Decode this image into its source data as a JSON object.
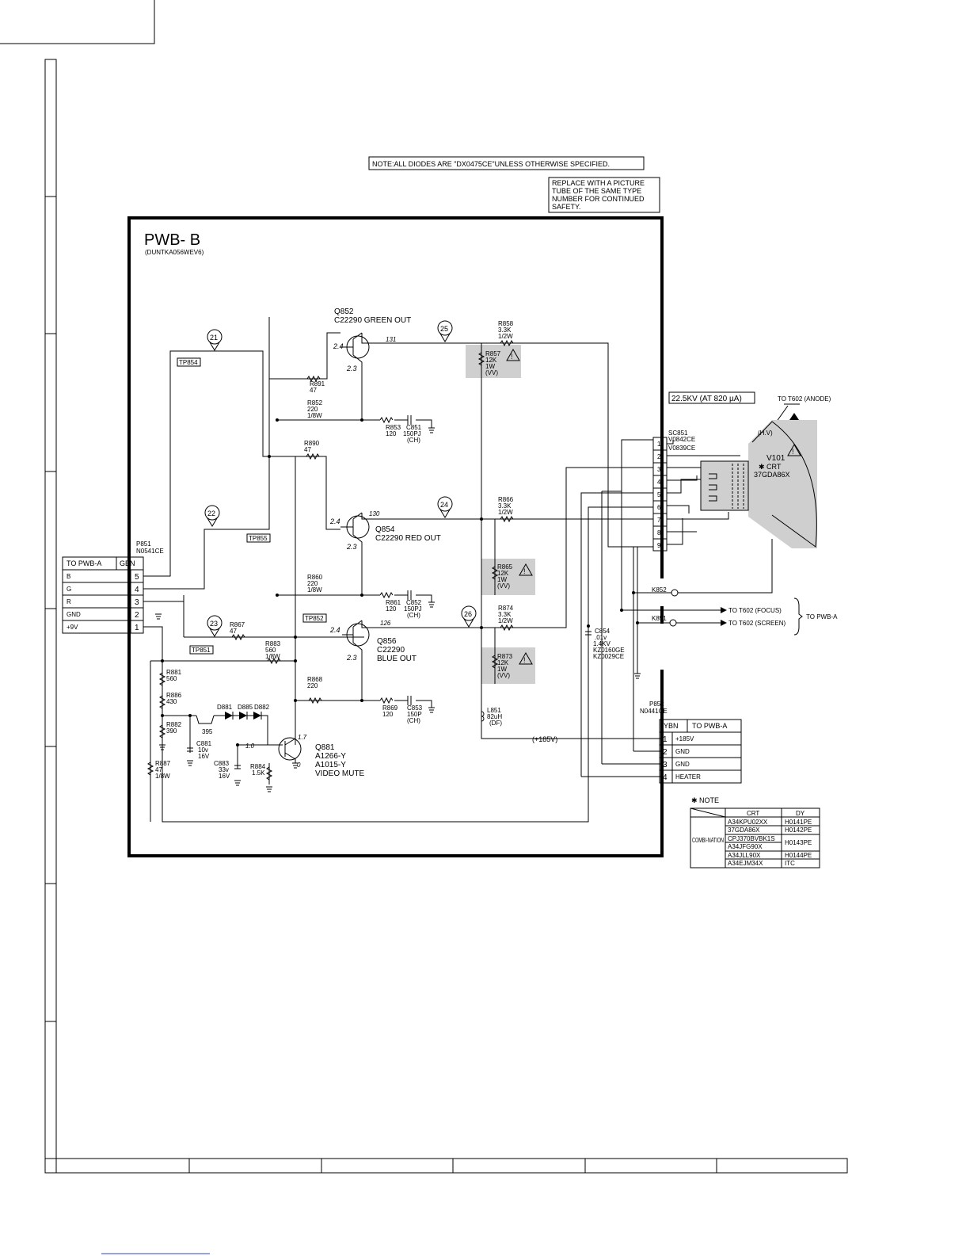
{
  "note_diodes": "NOTE:ALL DIODES ARE \"DX0475CE\"UNLESS OTHERWISE SPECIFIED.",
  "safety_note": [
    "REPLACE WITH A PICTURE",
    "TUBE OF THE SAME TYPE",
    "NUMBER FOR CONTINUED",
    "SAFETY."
  ],
  "board": {
    "title": "PWB- B",
    "code": "(DUNTKA056WEV6)"
  },
  "test_points": [
    "21",
    "22",
    "23",
    "24",
    "25",
    "26"
  ],
  "tp_labels": [
    "TP854",
    "TP855",
    "TP851",
    "TP852"
  ],
  "transistors": {
    "q852": {
      "ref": "Q852",
      "part": "C22290  GREEN OUT",
      "v_base": "2.4",
      "v_emit": "2.3",
      "v_coll": "131"
    },
    "q854": {
      "ref": "Q854",
      "part": "C22290   RED OUT",
      "v_base": "2.4",
      "v_emit": "2.3",
      "v_coll": "130"
    },
    "q856": {
      "ref": "Q856",
      "part": "C22290",
      "func": "BLUE OUT",
      "v_base": "2.4",
      "v_emit": "2.3",
      "v_coll": "126"
    },
    "q881": {
      "ref": "Q881",
      "lines": [
        "A1266-Y",
        "A1015-Y",
        "VIDEO MUTE"
      ],
      "v_base": "1.0",
      "v_coll": "1.7",
      "v_emit": "0"
    }
  },
  "components": {
    "r891": [
      "R891",
      "47"
    ],
    "r852": [
      "R852",
      "220",
      "1/8W"
    ],
    "r853": [
      "R853",
      "120"
    ],
    "c851": [
      "C851",
      "150PJ",
      "(CH)"
    ],
    "r890": [
      "R890",
      "47"
    ],
    "r858": [
      "R858",
      "3.3K",
      "1/2W"
    ],
    "r857": [
      "R857",
      "12K",
      "1W",
      "(VV)"
    ],
    "r866": [
      "R866",
      "3.3K",
      "1/2W"
    ],
    "r865": [
      "R865",
      "12K",
      "1W",
      "(VV)"
    ],
    "r860": [
      "R860",
      "220",
      "1/8W"
    ],
    "r861": [
      "R861",
      "120"
    ],
    "c852": [
      "C852",
      "150PJ",
      "(CH)"
    ],
    "r874": [
      "R874",
      "3.3K",
      "1/2W"
    ],
    "r873": [
      "R873",
      "12K",
      "1W",
      "(VV)"
    ],
    "r867": [
      "R867",
      "47"
    ],
    "r883": [
      "R883",
      "560",
      "1/8W"
    ],
    "r868": [
      "R868",
      "220"
    ],
    "r869": [
      "R869",
      "120"
    ],
    "c853": [
      "C853",
      "150P",
      "(CH)"
    ],
    "l851": [
      "L851",
      "82uH",
      "(DF)"
    ],
    "r881": [
      "R881",
      "560"
    ],
    "r886": [
      "R886",
      "430"
    ],
    "r882": [
      "R882",
      "390"
    ],
    "r887": [
      "R887",
      "47",
      "1/8W"
    ],
    "d881": "D881",
    "d885": "D885",
    "d882": "D882",
    "v395": "395",
    "c881": [
      "C881",
      "10v",
      "16V"
    ],
    "c883": [
      "C883",
      "33v",
      "16V"
    ],
    "r884": [
      "R884",
      "1.5K"
    ],
    "c854": [
      "C854",
      ".01v",
      "1.4KV",
      "KZ0160GE",
      "KZ0029CE"
    ]
  },
  "conn_p851": {
    "ref": "P851",
    "part": "N0541CE",
    "header": "TO PWB-A",
    "code": "GBN",
    "rows": [
      {
        "sig": "B",
        "pin": "5"
      },
      {
        "sig": "G",
        "pin": "4"
      },
      {
        "sig": "R",
        "pin": "3"
      },
      {
        "sig": "GND",
        "pin": "2"
      },
      {
        "sig": "+9V",
        "pin": "1"
      }
    ]
  },
  "conn_p852": {
    "ref": "P852",
    "part": "N0441CE",
    "code": "YBN",
    "header": "TO PWB-A",
    "rows": [
      {
        "pin": "1",
        "sig": "+185V"
      },
      {
        "pin": "2",
        "sig": "GND"
      },
      {
        "pin": "3",
        "sig": "GND"
      },
      {
        "pin": "4",
        "sig": "HEATER"
      }
    ]
  },
  "supply_label": "(+185V)",
  "socket": {
    "ref": "SC851",
    "parts": [
      "V0842CE",
      "V0839CE"
    ],
    "pins": [
      "1",
      "2",
      "3",
      "4",
      "5",
      "6",
      "7",
      "8",
      "9"
    ]
  },
  "hv_label": "22.5KV (AT 820 µA)",
  "anode_label": "TO T602 (ANODE)",
  "hv_short": "(H.V)",
  "crt": {
    "ref": "V101",
    "lines": [
      "✱ CRT",
      "37GDA86X"
    ]
  },
  "k852": "K852",
  "k851": "K851",
  "focus_label": "TO T602 (FOCUS)",
  "screen_label": "TO T602 (SCREEN)",
  "to_pwba": "TO PWB-A",
  "combo": {
    "title": "✱ NOTE",
    "head": [
      "CRT",
      "DY"
    ],
    "side": "COMBI-NATION",
    "rows": [
      {
        "crt": "A34KPU02XX",
        "dy": "H0141PE"
      },
      {
        "crt": "37GDA86X",
        "dy": "H0142PE"
      },
      {
        "crt": "CPJ370BVBK1S",
        "dy": "H0143PE"
      },
      {
        "crt": "A34JFG90X",
        "dy": ""
      },
      {
        "crt": "A34JLL90X",
        "dy": "H0144PE"
      },
      {
        "crt": "A34EJM34X",
        "dy": "ITC"
      }
    ]
  }
}
